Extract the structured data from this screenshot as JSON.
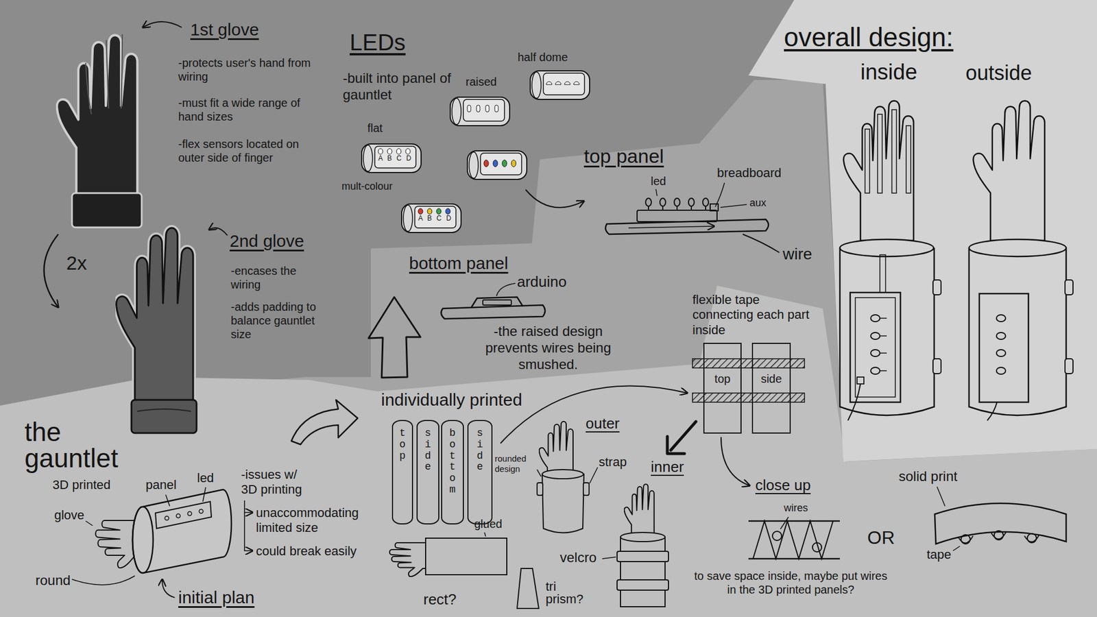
{
  "diagram": {
    "nodes": [
      {
        "text": [
          "top"
        ]
      },
      {
        "text": [
          "side"
        ]
      },
      {
        "text": [
          "bottom"
        ]
      },
      {
        "text": [
          "side"
        ]
      },
      {
        "text": [
          "top"
        ]
      },
      {
        "text": [
          "side"
        ]
      }
    ],
    "labels": [
      "1st glove",
      "-protects user's hand from wiring",
      "-must fit a wide range of hand sizes",
      "-flex sensors located on outer side of finger",
      "2x",
      "2nd glove",
      "-encases the wiring",
      "-adds padding to balance gauntlet size",
      "LEDs",
      "-built into panel of gauntlet",
      "raised",
      "half dome",
      "flat",
      "A B C D",
      "mult-colour",
      "A B C D",
      "top panel",
      "led",
      "breadboard",
      "aux",
      "wire",
      "bottom panel",
      "arduino",
      "-the raised design prevents wires being smushed.",
      "overall design:",
      "inside",
      "outside",
      "the gauntlet",
      "3D printed",
      "panel",
      "led",
      "glove",
      "round",
      "initial plan",
      "-issues w/ 3D printing",
      "unaccommodating limited size",
      "could break easily",
      "individually printed",
      "outer",
      "rounded design",
      "strap",
      "glued",
      "rect?",
      "tri prism?",
      "velcro",
      "inner",
      "flexible tape connecting each part inside",
      "close up",
      "wires",
      "to save space inside, maybe put wires in the 3D printed panels?",
      "OR",
      "solid print",
      "tape"
    ]
  }
}
